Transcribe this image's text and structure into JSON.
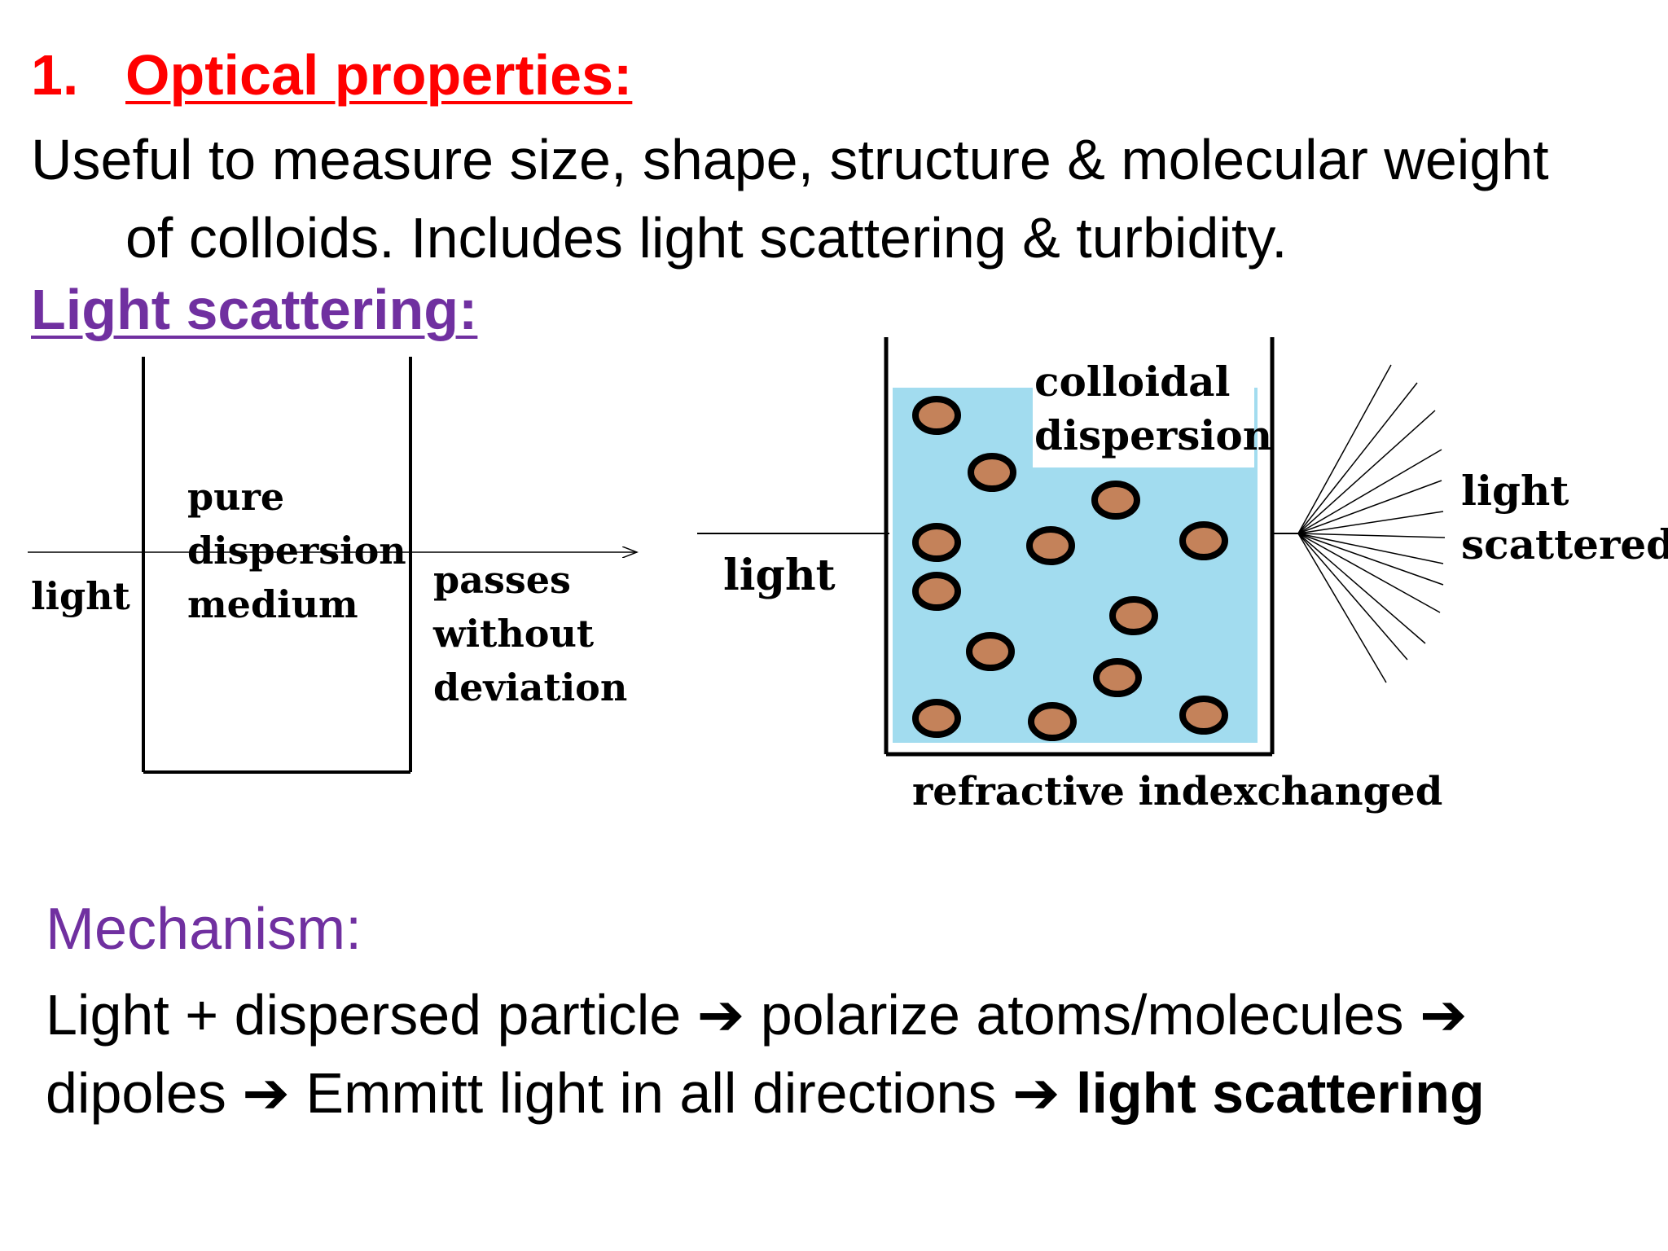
{
  "heading": {
    "number": "1.",
    "title": "Optical properties:"
  },
  "intro": {
    "line1": "Useful to measure size, shape, structure & molecular weight",
    "line2": "of colloids. Includes light scattering & turbidity."
  },
  "subheading": "Light scattering:",
  "diagram_left": {
    "light_label": "light",
    "medium_lines": [
      "pure",
      "dispersion",
      "medium"
    ],
    "result_lines": [
      "passes",
      "without",
      "deviation"
    ]
  },
  "diagram_right": {
    "light_label": "light",
    "colloid_lines": [
      "colloidal",
      "dispersion"
    ],
    "scattered_lines": [
      "light",
      "scattered"
    ],
    "bottom_label": "refractive indexchanged"
  },
  "colors": {
    "heading_red": "#ff0000",
    "purple": "#7030a0",
    "liquid_blue": "#a2dcef",
    "particle_brown": "#c4825a"
  },
  "mechanism": {
    "title": "Mechanism:",
    "arrow_glyph": "➔",
    "line1_a": "Light + dispersed particle",
    "line1_b": "polarize atoms/molecules",
    "line2_a": "dipoles",
    "line2_b": "Emmitt light in all directions",
    "line2_c": "light scattering"
  }
}
